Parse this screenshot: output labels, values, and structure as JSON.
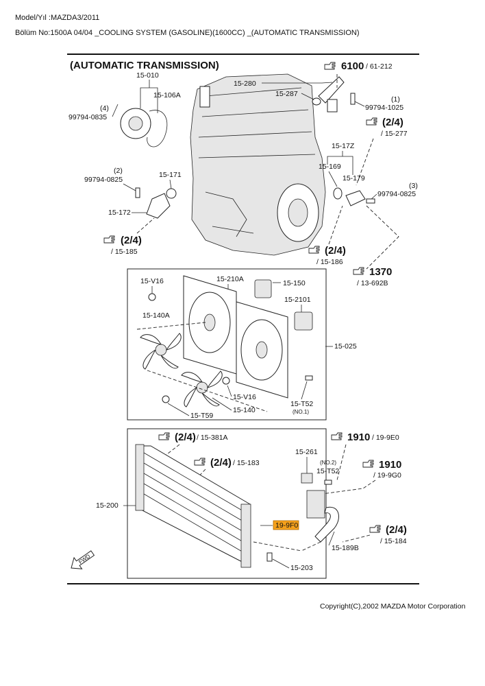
{
  "header": {
    "model": "Model/Yıl :MAZDA3/2011",
    "section": "Bölüm No:1500A 04/04 _COOLING SYSTEM (GASOLINE)(1600CC) _(AUTOMATIC TRANSMISSION)"
  },
  "diagram": {
    "title": "(AUTOMATIC TRANSMISSION)",
    "labels": {
      "p15_010": "15-010",
      "p15_106a": "15-106A",
      "q4": "(4)",
      "b99794_0835": "99794-0835",
      "p15_280": "15-280",
      "p15_287": "15-287",
      "ref6100": "6100",
      "ref6100_sub": "/ 61-212",
      "q1": "(1)",
      "b99794_1025": "99794-1025",
      "ref24_a": "(2/4)",
      "ref24_a_sub": "/ 15-277",
      "p15_17z": "15-17Z",
      "p15_169": "15-169",
      "p15_179": "15-179",
      "q3": "(3)",
      "b99794_0825a": "99794-0825",
      "q2": "(2)",
      "b99794_0825b": "99794-0825",
      "p15_171": "15-171",
      "p15_172": "15-172",
      "ref24_b": "(2/4)",
      "ref24_b_sub": "/ 15-185",
      "ref24_c": "(2/4)",
      "ref24_c_sub": "/ 15-186",
      "ref1370": "1370",
      "ref1370_sub": "/ 13-692B",
      "p15_v16a": "15-V16",
      "p15_210a": "15-210A",
      "p15_150": "15-150",
      "p15_2101": "15-2101",
      "p15_140a": "15-140A",
      "p15_025": "15-025",
      "p15_v16b": "15-V16",
      "p15_t52a": "15-T52",
      "no1": "(NO.1)",
      "p15_t59": "15-T59",
      "p15_140": "15-140",
      "ref24_d": "(2/4)",
      "ref24_d_sub": "/ 15-381A",
      "ref1910_a": "1910",
      "ref1910_a_sub": "/ 19-9E0",
      "ref24_e": "(2/4)",
      "ref24_e_sub": "/ 15-183",
      "p15_261": "15-261",
      "no2": "(NO.2)",
      "p15_t52b": "15-T52",
      "ref1910_b": "1910",
      "ref1910_b_sub": "/ 19-9G0",
      "p15_200": "15-200",
      "highlight": "19-9F0",
      "ref24_f": "(2/4)",
      "ref24_f_sub": "/ 15-184",
      "p15_189b": "15-189B",
      "p15_203": "15-203",
      "fwd": "FWD"
    },
    "colors": {
      "highlight_fill": "#f5a11c",
      "line": "#222222"
    },
    "icons": [
      "reference-hand-icon",
      "forward-arrow-icon"
    ]
  },
  "footer": {
    "copyright": "Copyright(C),2002 MAZDA Motor Corporation"
  }
}
